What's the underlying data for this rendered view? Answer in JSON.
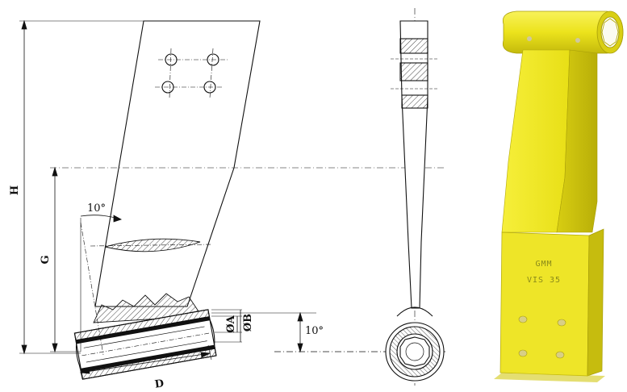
{
  "labels": {
    "H": "H",
    "G": "G",
    "D": "D",
    "dia_A": "ØA",
    "dia_B": "ØB",
    "angle_top": "10°",
    "angle_right": "10°"
  },
  "product_stamp": {
    "line1": "GMM",
    "line2": "VIS 35"
  },
  "colors": {
    "line": "#111111",
    "hatch": "#555555",
    "part_yellow": "#f2ea1e",
    "part_shadow": "#c9bf10",
    "part_dark": "#a89e0a"
  }
}
